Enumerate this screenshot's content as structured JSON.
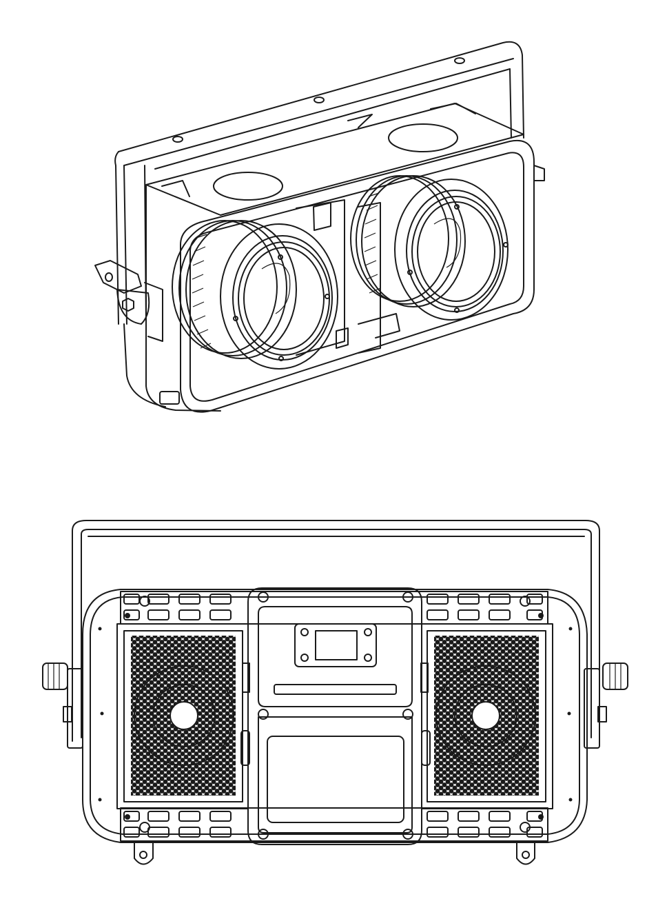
{
  "figure": {
    "views": [
      {
        "id": "front-perspective",
        "description_name": "fixture-front-perspective-view"
      },
      {
        "id": "rear-elevation",
        "description_name": "fixture-rear-elevation-view"
      }
    ],
    "colors": {
      "line": "#1a1a1a",
      "background": "#ffffff"
    }
  }
}
